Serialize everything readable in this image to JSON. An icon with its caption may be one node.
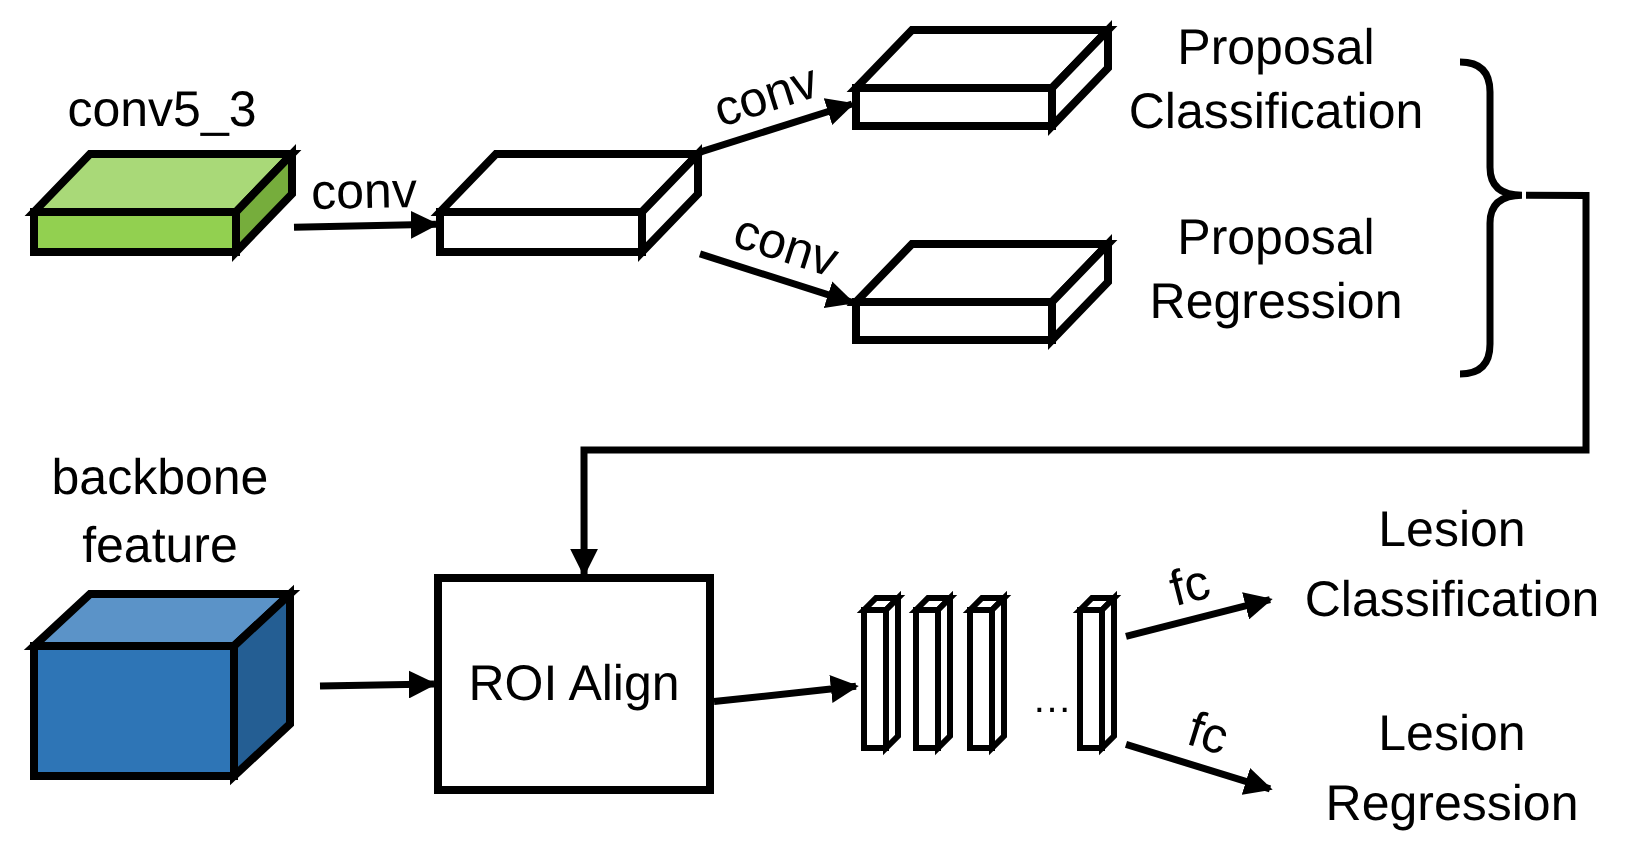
{
  "diagram": {
    "nodes": [
      {
        "text": [
          "conv5_3"
        ]
      },
      {
        "text": [],
        "shape": "box"
      },
      {
        "text": [],
        "shape": "box",
        "beside": [
          "Proposal Classification"
        ]
      },
      {
        "text": [],
        "shape": "box",
        "beside": [
          "Proposal Regression"
        ]
      },
      {
        "text": [],
        "shape": "brace"
      },
      {
        "text": [
          "backbone feature"
        ]
      },
      {
        "text": [
          "ROI Align"
        ]
      },
      {
        "text": [],
        "shape": "bar"
      },
      {
        "text": [
          "Lesion Classification"
        ]
      },
      {
        "text": [
          "Lesion Regression"
        ]
      }
    ],
    "edges": [
      {
        "from": 0,
        "to": 1,
        "label": "conv",
        "arrow": "to"
      },
      {
        "from": 1,
        "to": 2,
        "label": "conv",
        "arrow": "to"
      },
      {
        "from": 1,
        "to": 3,
        "label": "conv",
        "arrow": "to"
      },
      {
        "from": 4,
        "to": 6,
        "arrow": "to"
      },
      {
        "from": 5,
        "to": 6,
        "arrow": "to"
      },
      {
        "from": 6,
        "to": 7,
        "arrow": "to"
      },
      {
        "from": 7,
        "to": 8,
        "label": "fc",
        "arrow": "to"
      },
      {
        "from": 7,
        "to": 9,
        "label": "fc",
        "arrow": "to"
      }
    ],
    "labels": [
      "…"
    ]
  }
}
